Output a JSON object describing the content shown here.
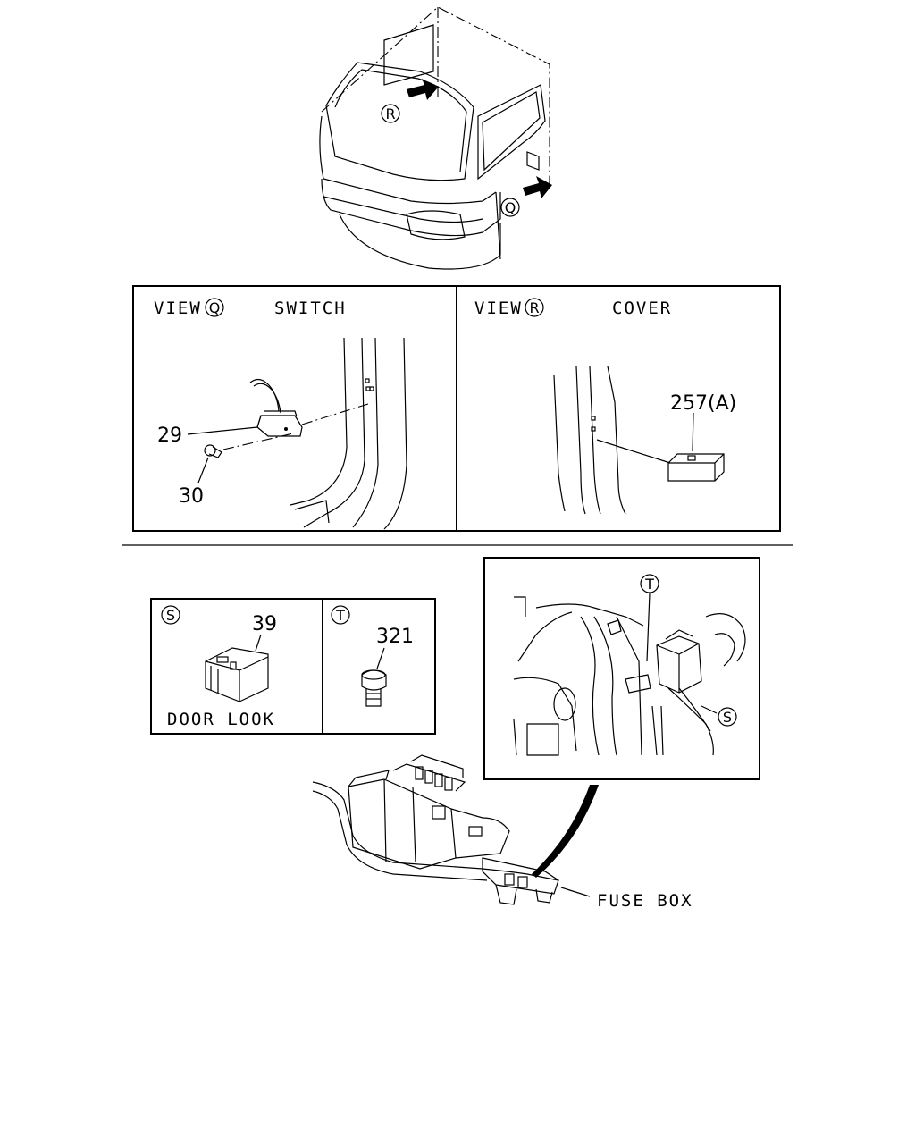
{
  "truck": {
    "marker_r": "R",
    "marker_q": "Q"
  },
  "view_q": {
    "prefix": "VIEW",
    "marker": "Q",
    "title": "SWITCH",
    "part_29": "29",
    "part_30": "30"
  },
  "view_r": {
    "prefix": "VIEW",
    "marker": "R",
    "title": "COVER",
    "part_257": "257(A)"
  },
  "box_s": {
    "marker": "S",
    "part": "39",
    "caption": "DOOR LOOK"
  },
  "box_t": {
    "marker": "T",
    "part": "321"
  },
  "detail": {
    "marker_t": "T",
    "marker_s": "S"
  },
  "fuse_box": {
    "label": "FUSE BOX"
  }
}
